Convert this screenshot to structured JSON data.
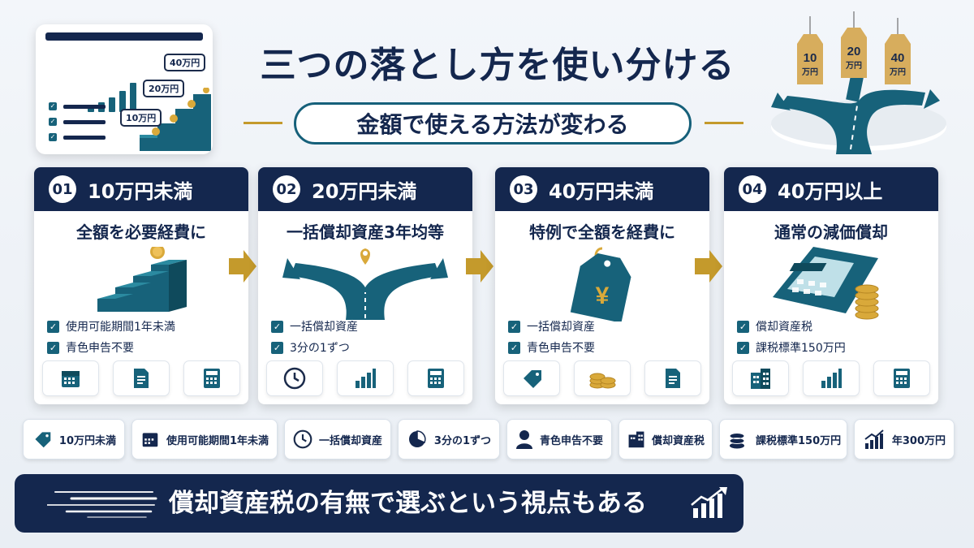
{
  "header": {
    "title": "三つの落とし方を使い分ける",
    "subtitle": "金額で使える方法が変わる",
    "illustration_tags": [
      "40万円",
      "20万円",
      "10万円"
    ],
    "road_tags": [
      "10\n万円",
      "20\n万円",
      "40\n万円"
    ]
  },
  "cards": [
    {
      "num": "01",
      "heading": "10万円未満",
      "method": "全額を必要経費に",
      "items": [
        "使用可能期間1年未満",
        "青色申告不要"
      ],
      "icons": [
        "calendar-icon",
        "document-icon",
        "calculator-icon"
      ]
    },
    {
      "num": "02",
      "heading": "20万円未満",
      "method": "一括償却資産3年均等",
      "items": [
        "一括償却資産",
        "3分の1ずつ"
      ],
      "icons": [
        "clock-icon",
        "bar-chart-icon",
        "calculator-icon"
      ]
    },
    {
      "num": "03",
      "heading": "40万円未満",
      "method": "特例で全額を経費に",
      "items": [
        "一括償却資産",
        "青色申告不要"
      ],
      "icons": [
        "tag-icon",
        "coins-icon",
        "document-icon"
      ]
    },
    {
      "num": "04",
      "heading": "40万円以上",
      "method": "通常の減価償却",
      "items": [
        "償却資産税",
        "課税標準150万円"
      ],
      "icons": [
        "building-icon",
        "bar-chart-icon",
        "calculator-icon"
      ]
    }
  ],
  "card3_tag_symbol": "¥",
  "pills": [
    {
      "label": "10万円未満",
      "icon": "tag-icon"
    },
    {
      "label": "使用可能期間1年未満",
      "icon": "calendar-icon"
    },
    {
      "label": "一括償却資産",
      "icon": "clock-icon"
    },
    {
      "label": "3分の1ずつ",
      "icon": "pie-icon"
    },
    {
      "label": "青色申告不要",
      "icon": "person-icon"
    },
    {
      "label": "償却資産税",
      "icon": "building-icon"
    },
    {
      "label": "課税標準150万円",
      "icon": "coins-icon"
    },
    {
      "label": "年300万円",
      "icon": "growth-icon"
    }
  ],
  "banner": {
    "text": "償却資産税の有無で選ぶという視点もある"
  },
  "colors": {
    "navy": "#14274e",
    "teal": "#17627a",
    "gold": "#c49a2c"
  }
}
